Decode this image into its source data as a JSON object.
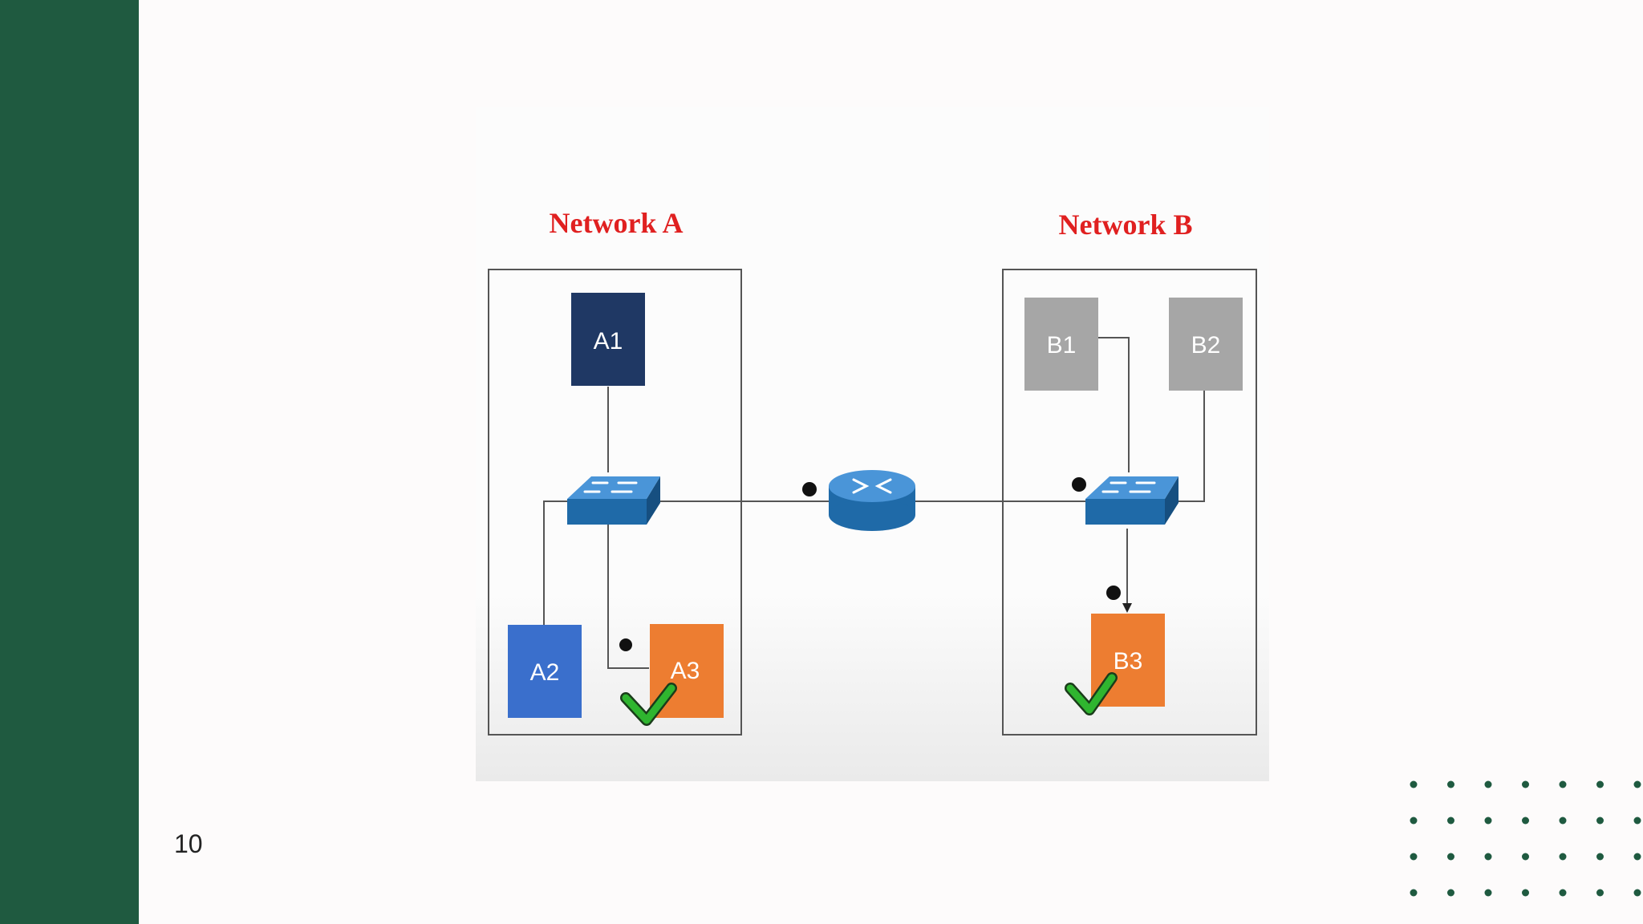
{
  "slide": {
    "page_number": "10"
  },
  "diagram": {
    "network_a": {
      "title": "Network A",
      "hosts": {
        "a1": "A1",
        "a2": "A2",
        "a3": "A3"
      }
    },
    "network_b": {
      "title": "Network B",
      "hosts": {
        "b1": "B1",
        "b2": "B2",
        "b3": "B3"
      }
    }
  },
  "colors": {
    "sidebar": "#1f5a40",
    "title_red": "#e02020",
    "host_navy": "#1f3864",
    "host_blue": "#3a6fcc",
    "host_orange": "#ed7d31",
    "host_gray": "#a6a6a6",
    "check_green": "#2fb52f",
    "device_blue": "#2a78c2",
    "dot_green": "#1f5a40"
  },
  "icons": [
    "switch-icon",
    "router-icon",
    "checkmark-icon"
  ]
}
